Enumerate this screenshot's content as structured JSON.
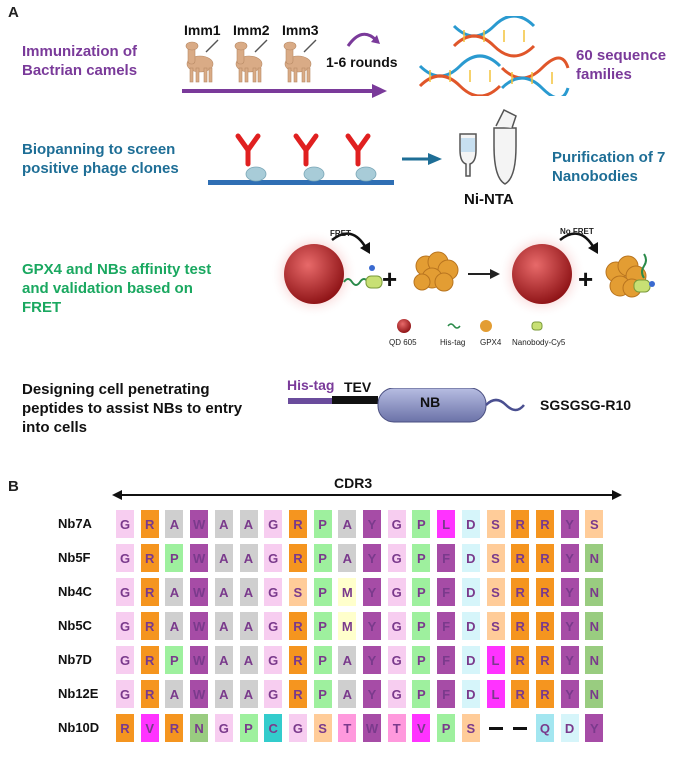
{
  "panel_a": {
    "label": "A",
    "step1": {
      "title_line1": "Immunization of",
      "title_line2": "Bactrian camels",
      "imm_labels": [
        "Imm1",
        "Imm2",
        "Imm3"
      ],
      "rounds": "1-6 rounds",
      "result_line1": "60 sequence",
      "result_line2": "families"
    },
    "step2": {
      "title_line1": "Biopanning to screen",
      "title_line2": "positive phage clones",
      "column_label": "Ni-NTA",
      "result_line1": "Purification of 7",
      "result_line2": "Nanobodies"
    },
    "step3": {
      "title_line1": "GPX4 and NBs affinity test",
      "title_line2": "and validation based on",
      "title_line3": "FRET",
      "fret_label": "FRET",
      "no_fret_label": "No FRET",
      "legend": [
        "QD 605",
        "His-tag",
        "GPX4",
        "Nanobody-Cy5"
      ]
    },
    "step4": {
      "title_line1": "Designing cell penetrating",
      "title_line2": "peptides to assist NBs to entry",
      "title_line3": "into cells",
      "his_tag": "His-tag",
      "tev": "TEV",
      "nb": "NB",
      "tail": "SGSGSG-R10"
    }
  },
  "panel_b": {
    "label": "B",
    "region_label": "CDR3",
    "colors": {
      "G": "#f7cdf0",
      "R": "#f5951f",
      "A": "#cfcfcf",
      "W": "#a64ca6",
      "P": "#9ef09e",
      "Y": "#a64ca6",
      "L": "#ff33ff",
      "D": "#d6f5fa",
      "S": "#ffcc99",
      "N": "#99cc80",
      "F": "#a64ca6",
      "M": "#ffffcc",
      "V": "#ff33ff",
      "C": "#33cccc",
      "T": "#ff99dd",
      "Q": "#a3e6f0",
      "-": "#ffffff"
    },
    "sequences": [
      {
        "name": "Nb7A",
        "residues": [
          "G",
          "R",
          "A",
          "W",
          "A",
          "A",
          "G",
          "R",
          "P",
          "A",
          "Y",
          "G",
          "P",
          "L",
          "D",
          "S",
          "R",
          "R",
          "Y",
          "S"
        ]
      },
      {
        "name": "Nb5F",
        "residues": [
          "G",
          "R",
          "P",
          "W",
          "A",
          "A",
          "G",
          "R",
          "P",
          "A",
          "Y",
          "G",
          "P",
          "F",
          "D",
          "S",
          "R",
          "R",
          "Y",
          "N"
        ]
      },
      {
        "name": "Nb4C",
        "residues": [
          "G",
          "R",
          "A",
          "W",
          "A",
          "A",
          "G",
          "S",
          "P",
          "M",
          "Y",
          "G",
          "P",
          "F",
          "D",
          "S",
          "R",
          "R",
          "Y",
          "N"
        ]
      },
      {
        "name": "Nb5C",
        "residues": [
          "G",
          "R",
          "A",
          "W",
          "A",
          "A",
          "G",
          "R",
          "P",
          "M",
          "Y",
          "G",
          "P",
          "F",
          "D",
          "S",
          "R",
          "R",
          "Y",
          "N"
        ]
      },
      {
        "name": "Nb7D",
        "residues": [
          "G",
          "R",
          "P",
          "W",
          "A",
          "A",
          "G",
          "R",
          "P",
          "A",
          "Y",
          "G",
          "P",
          "F",
          "D",
          "L",
          "R",
          "R",
          "Y",
          "N"
        ]
      },
      {
        "name": "Nb12E",
        "residues": [
          "G",
          "R",
          "A",
          "W",
          "A",
          "A",
          "G",
          "R",
          "P",
          "A",
          "Y",
          "G",
          "P",
          "F",
          "D",
          "L",
          "R",
          "R",
          "Y",
          "N"
        ]
      },
      {
        "name": "Nb10D",
        "residues": [
          "R",
          "V",
          "R",
          "N",
          "G",
          "P",
          "C",
          "G",
          "S",
          "T",
          "W",
          "T",
          "V",
          "P",
          "S",
          "-",
          "-",
          "Q",
          "D",
          "Y"
        ]
      }
    ]
  }
}
